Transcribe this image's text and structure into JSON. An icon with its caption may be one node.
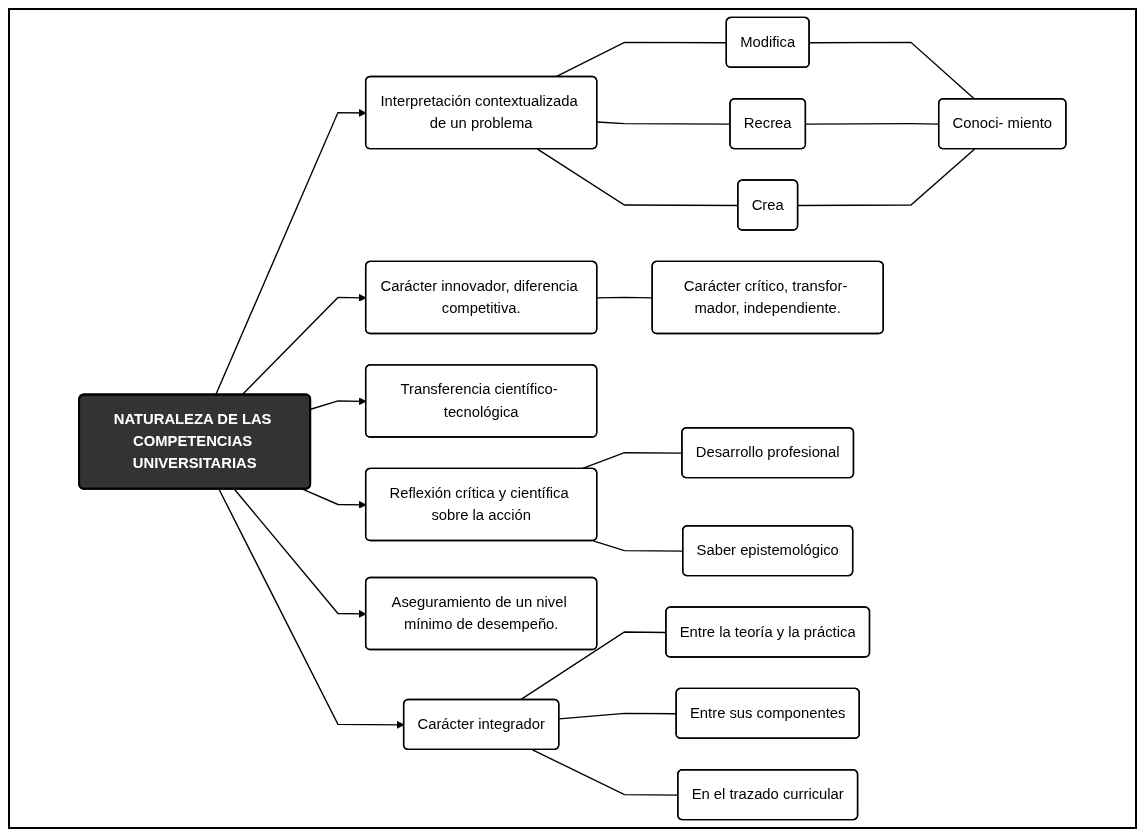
{
  "diagram": {
    "nodes": [
      {
        "text": [
          "NATURALEZA DE LAS COMPETENCIAS UNIVERSITARIAS"
        ]
      },
      {
        "text": [
          "Interpretación contextualizada de un problema"
        ]
      },
      {
        "text": [
          "Modifica"
        ]
      },
      {
        "text": [
          "Recrea"
        ]
      },
      {
        "text": [
          "Crea"
        ]
      },
      {
        "text": [
          "Conoci- miento"
        ]
      },
      {
        "text": [
          "Carácter innovador, diferencia competitiva."
        ]
      },
      {
        "text": [
          "Carácter crítico, transfor- mador, independiente."
        ]
      },
      {
        "text": [
          "Transferencia científico- tecnológica"
        ]
      },
      {
        "text": [
          "Reflexión crítica y científica sobre la acción"
        ]
      },
      {
        "text": [
          "Desarrollo profesional"
        ]
      },
      {
        "text": [
          "Saber epistemológico"
        ]
      },
      {
        "text": [
          "Aseguramiento de un nivel mínimo de desempeño."
        ]
      },
      {
        "text": [
          "Carácter integrador"
        ]
      },
      {
        "text": [
          "Entre la teoría y la práctica"
        ]
      },
      {
        "text": [
          "Entre sus componentes"
        ]
      },
      {
        "text": [
          "En el trazado curricular"
        ]
      }
    ],
    "edges": [
      {
        "from": 0,
        "to": 1,
        "arrow": "to"
      },
      {
        "from": 0,
        "to": 6,
        "arrow": "to"
      },
      {
        "from": 0,
        "to": 8,
        "arrow": "to"
      },
      {
        "from": 0,
        "to": 9,
        "arrow": "to"
      },
      {
        "from": 0,
        "to": 12,
        "arrow": "to"
      },
      {
        "from": 0,
        "to": 13,
        "arrow": "to"
      },
      {
        "from": 1,
        "to": 2,
        "arrow": "none"
      },
      {
        "from": 1,
        "to": 3,
        "arrow": "none"
      },
      {
        "from": 1,
        "to": 4,
        "arrow": "none"
      },
      {
        "from": 2,
        "to": 5,
        "arrow": "none"
      },
      {
        "from": 3,
        "to": 5,
        "arrow": "none"
      },
      {
        "from": 4,
        "to": 5,
        "arrow": "none"
      },
      {
        "from": 6,
        "to": 7,
        "arrow": "none"
      },
      {
        "from": 9,
        "to": 10,
        "arrow": "none"
      },
      {
        "from": 9,
        "to": 11,
        "arrow": "none"
      },
      {
        "from": 13,
        "to": 14,
        "arrow": "none"
      },
      {
        "from": 13,
        "to": 15,
        "arrow": "none"
      },
      {
        "from": 13,
        "to": 16,
        "arrow": "none"
      }
    ]
  }
}
